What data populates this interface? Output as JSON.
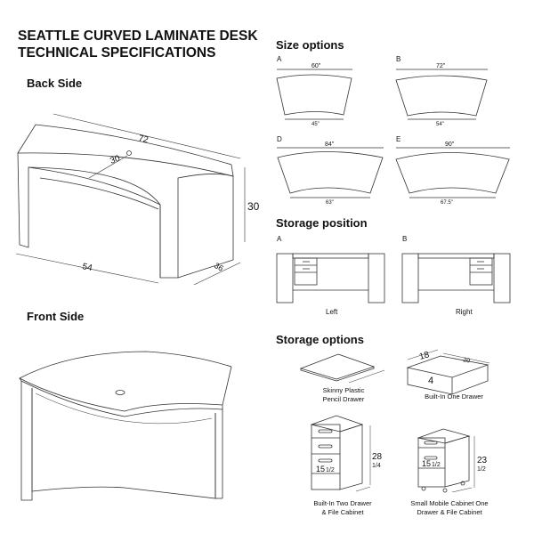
{
  "title_line1": "SEATTLE CURVED LAMINATE DESK",
  "title_line2": "TECHNICAL SPECIFICATIONS",
  "back_side": {
    "heading": "Back Side",
    "dims": {
      "length": "72",
      "depth_top": "30",
      "height": "30",
      "front_width": "54",
      "side_depth": "36"
    }
  },
  "front_side": {
    "heading": "Front Side"
  },
  "size_options": {
    "heading": "Size options",
    "items": [
      {
        "label": "A",
        "top": "60\"",
        "bottom": "45\""
      },
      {
        "label": "B",
        "top": "72\"",
        "bottom": "54\""
      },
      {
        "label": "D",
        "top": "84\"",
        "bottom": "63\""
      },
      {
        "label": "E",
        "top": "90\"",
        "bottom": "67.5\""
      }
    ]
  },
  "storage_position": {
    "heading": "Storage position",
    "items": [
      {
        "label": "A",
        "caption": "Left"
      },
      {
        "label": "B",
        "caption": "Right"
      }
    ]
  },
  "storage_options": {
    "heading": "Storage options",
    "items": [
      {
        "caption1": "Skinny Plastic",
        "caption2": "Pencil Drawer"
      },
      {
        "caption1": "Built-In One Drawer",
        "dims": {
          "w": "18",
          "d": "20",
          "h": "4"
        }
      },
      {
        "caption1": "Built-In Two Drawer",
        "caption2": "& File Cabinet",
        "dims": {
          "h": "28",
          "h_frac": "1/4",
          "file": "15",
          "file_frac": "1/2"
        }
      },
      {
        "caption1": "Small Mobile Cabinet One",
        "caption2": "Drawer & File Cabinet",
        "dims": {
          "h": "23",
          "h_frac": "1/2",
          "file": "15",
          "file_frac": "1/2"
        }
      }
    ]
  }
}
